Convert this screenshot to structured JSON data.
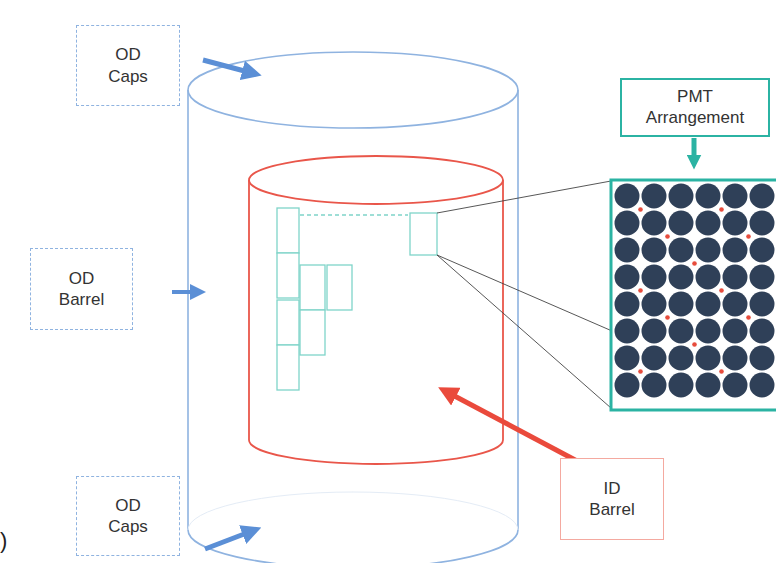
{
  "diagram": {
    "nodes": [
      {
        "text": [
          "OD Caps"
        ]
      },
      {
        "text": [
          "PMT Arrangement"
        ]
      },
      {
        "text": [
          "OD Barrel"
        ]
      },
      {
        "text": [
          "ID Barrel"
        ]
      },
      {
        "text": [
          "OD Caps"
        ]
      }
    ],
    "labels": [
      ")"
    ]
  }
}
